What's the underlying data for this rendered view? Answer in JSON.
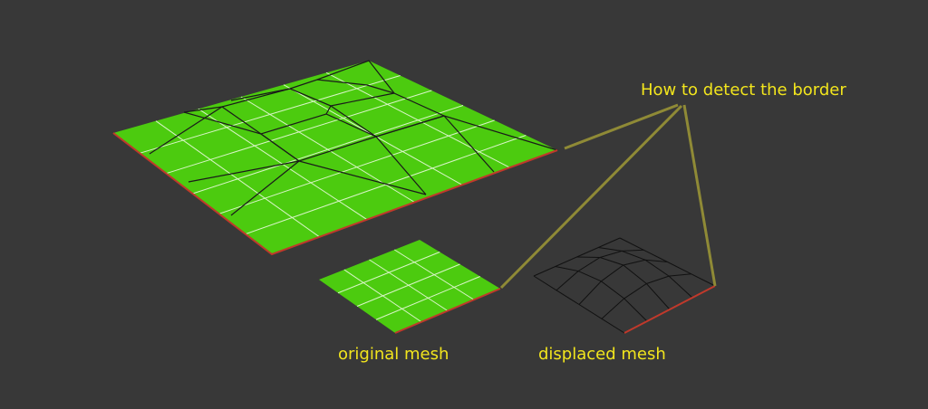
{
  "labels": {
    "annotation": "How to detect the border",
    "original": "original mesh",
    "displaced": "displaced mesh"
  },
  "colors": {
    "background": "#383838",
    "mesh_fill": "#4ccb0f",
    "grid_line": "#d9f5c8",
    "edge_line": "#1a1a1a",
    "border_highlight": "#c0392b",
    "callout_line": "#8f8a36",
    "label_text": "#f2e51d"
  }
}
